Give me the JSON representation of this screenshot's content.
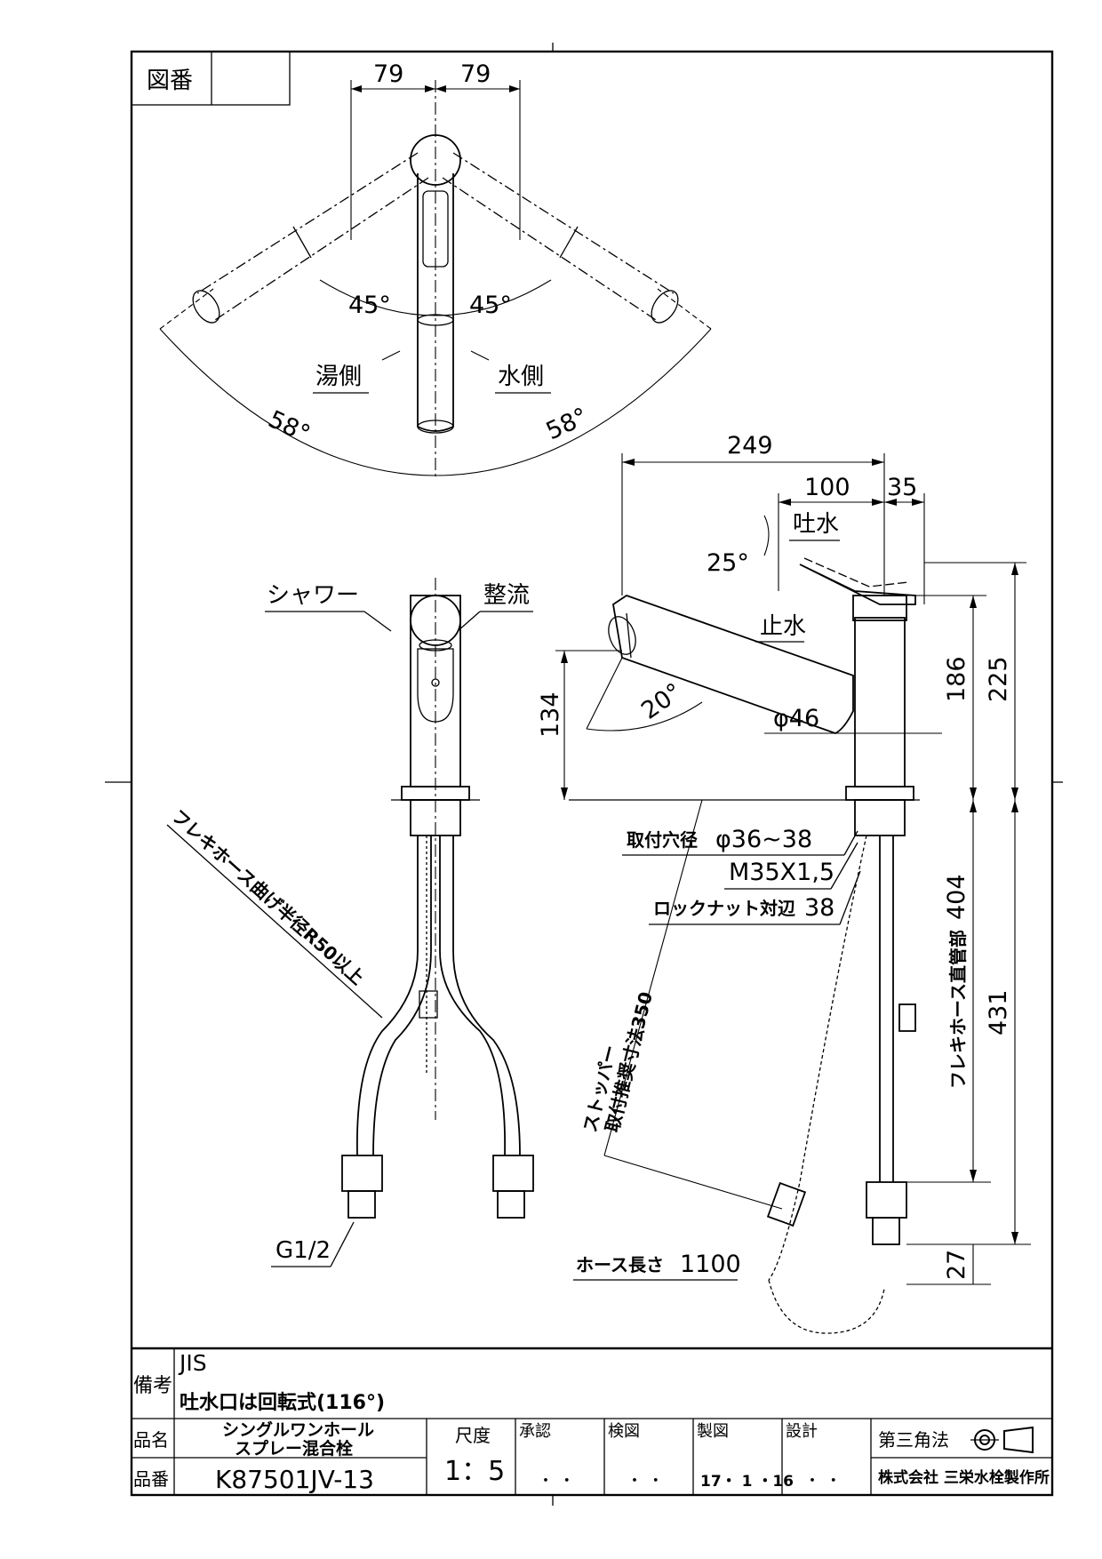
{
  "title_block": {
    "drawing_number_label": "図番",
    "drawing_number_value": "",
    "remarks_label": "備考",
    "remarks_line1": "JIS",
    "remarks_line2": "吐水口は回転式(116°)",
    "product_name_label": "品名",
    "product_name_line1": "シングルワンホール",
    "product_name_line2": "スプレー混合栓",
    "product_number_label": "品番",
    "product_number": "K87501JV-13",
    "scale_label": "尺度",
    "scale_value": "1：5",
    "approval_label": "承認",
    "approval_date": "・ ・",
    "inspection_label": "検図",
    "inspection_date": "・ ・",
    "drafting_label": "製図",
    "drafting_date": "17・ 1 ・16",
    "design_label": "設計",
    "design_date": "・ ・",
    "projection_label": "第三角法",
    "company": "株式会社 三栄水栓製作所"
  },
  "top_view": {
    "dim_left": "79",
    "dim_right": "79",
    "angle_left": "45°",
    "angle_right": "45°",
    "swing_left": "58°",
    "swing_right": "58°",
    "hot_side": "湯側",
    "cold_side": "水側"
  },
  "front_view": {
    "shower_label": "シャワー",
    "stream_label": "整流",
    "bend_radius_note": "フレキホース曲げ半径R50以上",
    "thread_label": "G1/2"
  },
  "side_view": {
    "dim_249": "249",
    "dim_100": "100",
    "dim_35": "35",
    "spout_label": "吐水",
    "stop_label": "止水",
    "angle_25": "25°",
    "angle_20": "20°",
    "dim_134": "134",
    "dim_186": "186",
    "dim_225": "225",
    "diameter_46": "φ46",
    "hole_label": "取付穴径",
    "hole_value": "φ36~38",
    "thread_spec": "M35X1,5",
    "locknut_label": "ロックナット対辺",
    "locknut_value": "38",
    "stopper_line1": "ストッパー",
    "stopper_line2": "取付推奨寸法350",
    "flex_pipe_label": "フレキホース直管部",
    "dim_404": "404",
    "dim_431": "431",
    "dim_27": "27",
    "hose_length_label": "ホース長さ",
    "hose_length_value": "1100"
  }
}
